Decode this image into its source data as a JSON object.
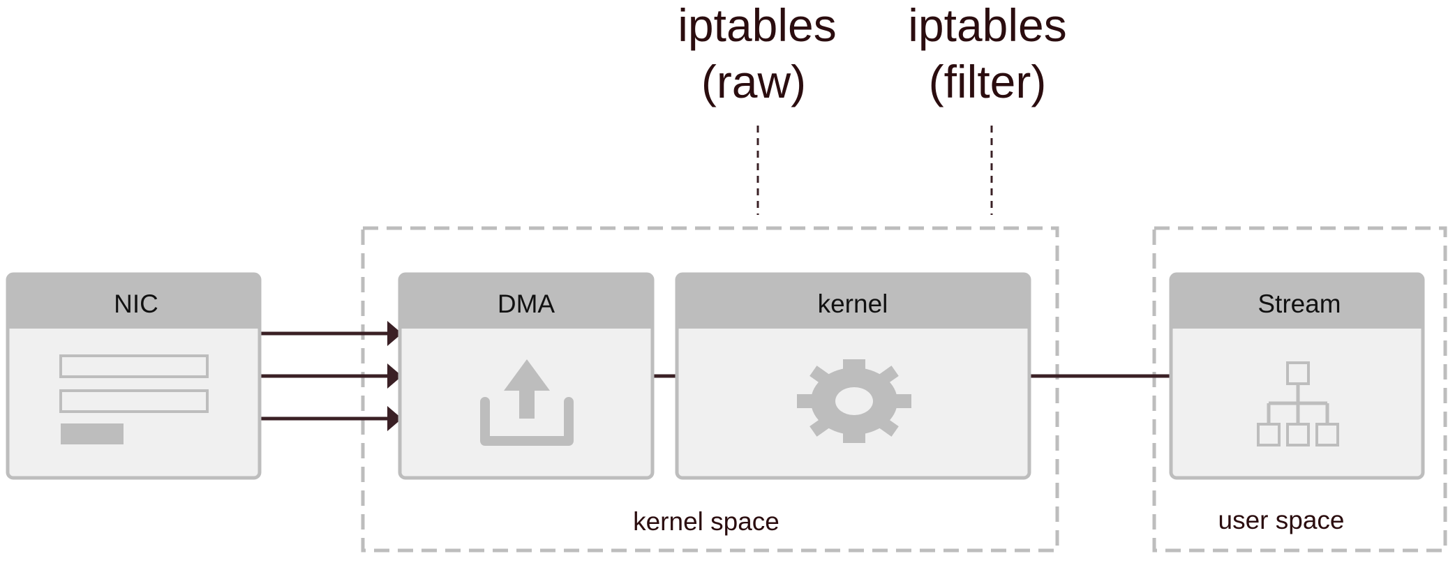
{
  "hooks": {
    "raw": {
      "line1": "iptables",
      "line2": "(raw)"
    },
    "filter": {
      "line1": "iptables",
      "line2": "(filter)"
    }
  },
  "nodes": {
    "nic": {
      "title": "NIC",
      "icon": "form-icon"
    },
    "dma": {
      "title": "DMA",
      "icon": "upload-icon"
    },
    "kernel": {
      "title": "kernel",
      "icon": "gear-icon"
    },
    "stream": {
      "title": "Stream",
      "icon": "hierarchy-icon"
    }
  },
  "regions": {
    "kernel_space": {
      "label": "kernel space"
    },
    "user_space": {
      "label": "user space"
    }
  },
  "colors": {
    "text_dark": "#2b0d0f",
    "connector": "#3a2025",
    "box_gray": "#bdbdbd",
    "box_fill": "#f0f0f0"
  }
}
